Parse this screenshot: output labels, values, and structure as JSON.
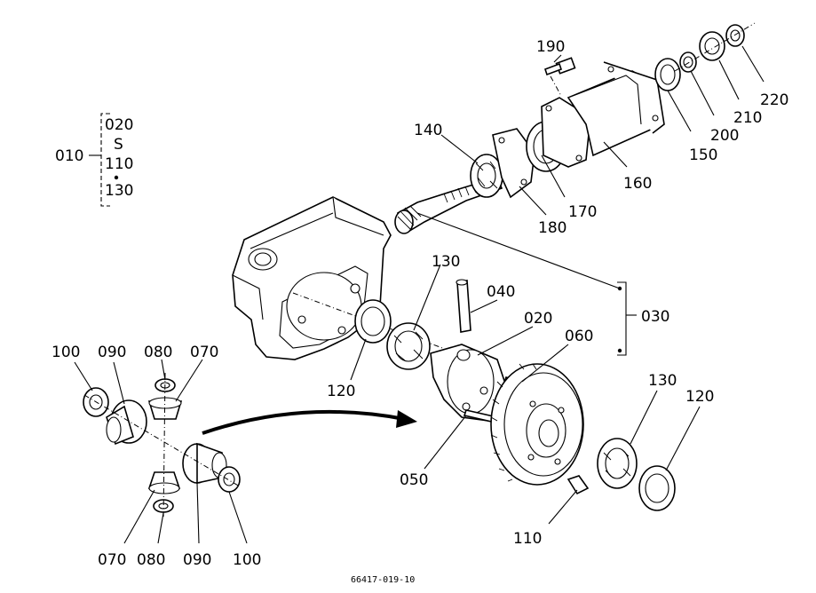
{
  "callouts": {
    "c010": "010",
    "c020a": "020",
    "tilde": "S",
    "c110a": "110",
    "c130a": "130",
    "c190": "190",
    "c140": "140",
    "c150": "150",
    "c160": "160",
    "c170": "170",
    "c180": "180",
    "c200": "200",
    "c210": "210",
    "c220": "220",
    "c130b": "130",
    "c040": "040",
    "c020b": "020",
    "c060": "060",
    "c030": "030",
    "c120a": "120",
    "c050": "050",
    "c130c": "130",
    "c120b": "120",
    "c110b": "110",
    "c100a": "100",
    "c090a": "090",
    "c080a": "080",
    "c070a": "070",
    "c070b": "070",
    "c080b": "080",
    "c090b": "090",
    "c100b": "100"
  },
  "reference_code": "66417-019-10"
}
